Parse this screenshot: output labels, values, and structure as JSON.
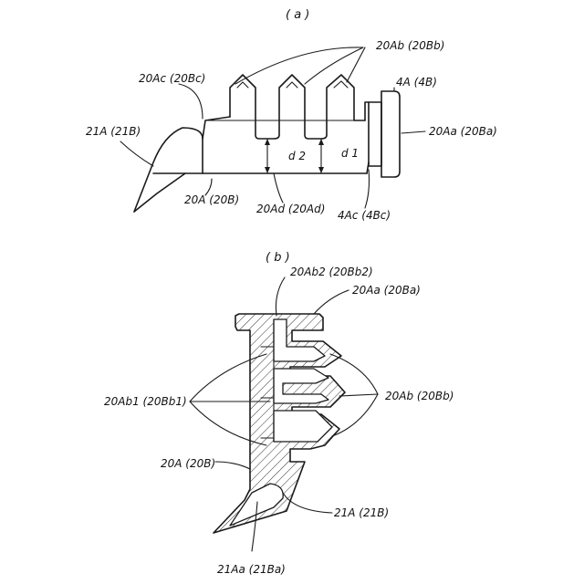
{
  "figure_a": {
    "caption": "( a )",
    "labels": {
      "ab": "20Ab (20Bb)",
      "ac": "20Ac (20Bc)",
      "b4a": "4A (4B)",
      "p21a": "21A (21B)",
      "aa": "20Aa (20Ba)",
      "d2": "d 2",
      "d1": "d 1",
      "a20": "20A (20B)",
      "ad": "20Ad (20Ad)",
      "c4ac": "4Ac (4Bc)"
    }
  },
  "figure_b": {
    "caption": "( b )",
    "labels": {
      "ab2": "20Ab2 (20Bb2)",
      "aa": "20Aa (20Ba)",
      "ab1": "20Ab1 (20Bb1)",
      "ab": "20Ab (20Bb)",
      "a20": "20A (20B)",
      "p21a": "21A (21B)",
      "p21aa": "21Aa (21Ba)"
    }
  }
}
